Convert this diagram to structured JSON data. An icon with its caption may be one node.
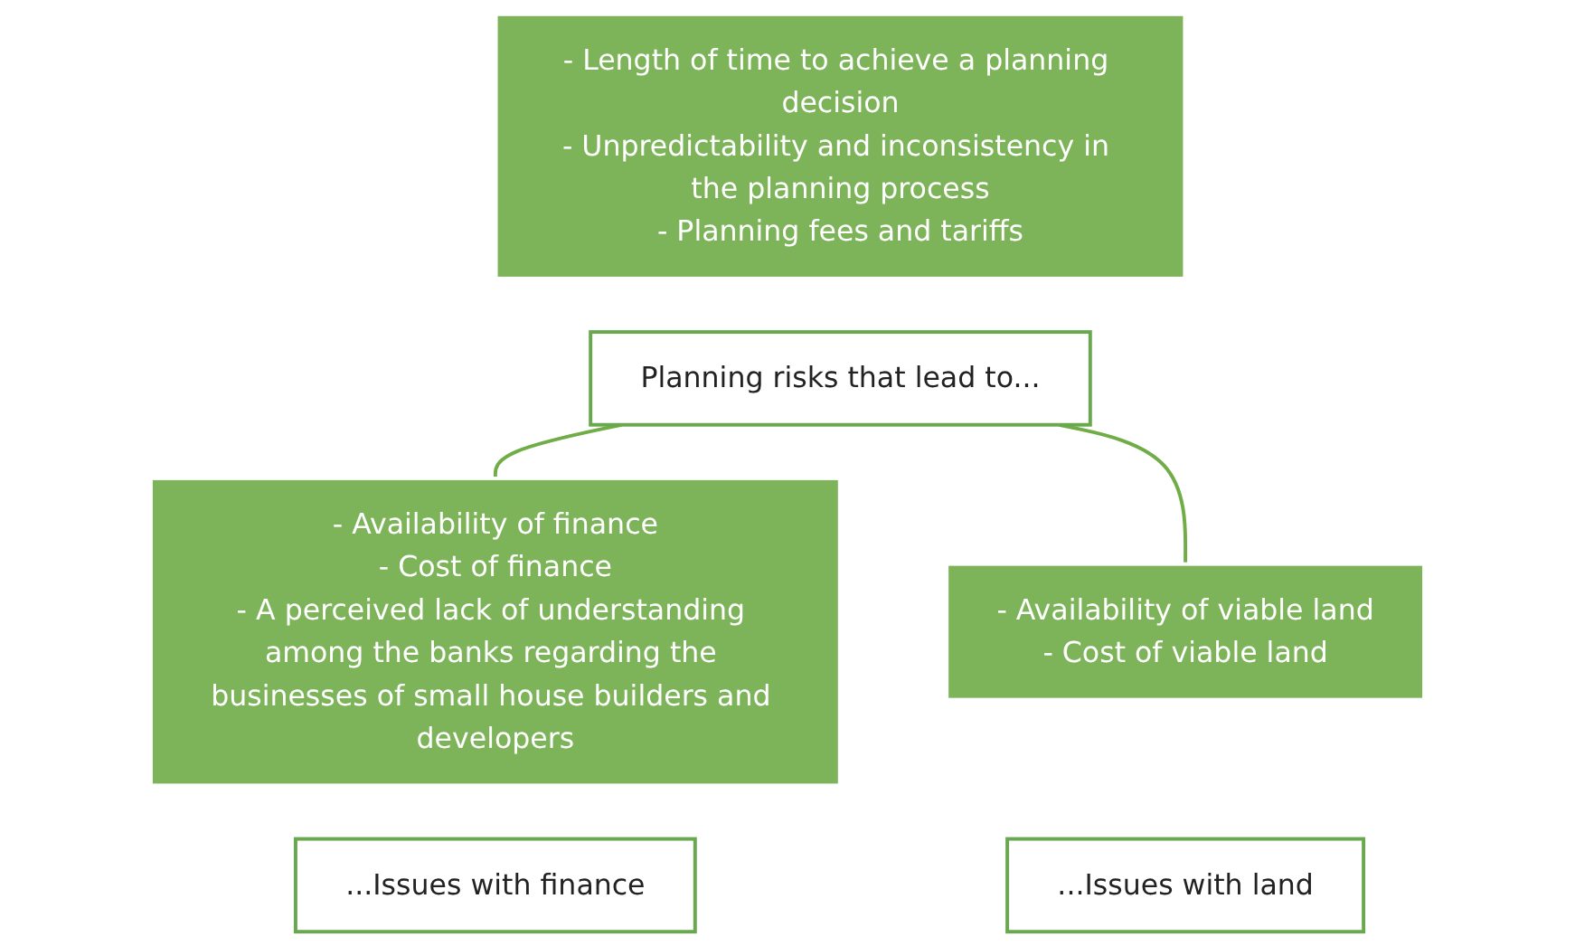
{
  "diagram": {
    "nodes": [
      {
        "text": [
          "- Length of time to achieve a planning decision",
          "- Unpredictability and inconsistency in the planning process",
          "- Planning fees and tariffs"
        ]
      },
      {
        "text": [
          "Planning risks that lead to..."
        ]
      },
      {
        "text": [
          "- Availability of finance",
          "- Cost of finance",
          "- A perceived lack of understanding among the banks regarding the businesses of small house builders and developers"
        ]
      },
      {
        "text": [
          "...Issues with finance"
        ]
      },
      {
        "text": [
          "- Availability of viable land",
          "- Cost of viable land"
        ]
      },
      {
        "text": [
          "...Issues with land"
        ]
      }
    ],
    "edges": [
      {
        "from": 1,
        "to": 2,
        "arrow": "none"
      },
      {
        "from": 1,
        "to": 4,
        "arrow": "none"
      }
    ]
  }
}
